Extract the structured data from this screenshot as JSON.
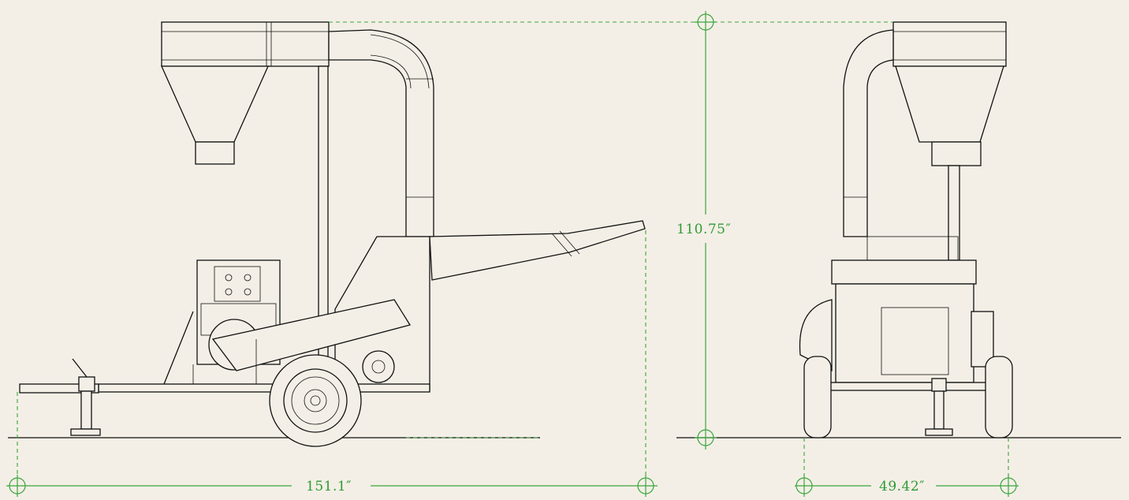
{
  "drawing": {
    "colors": {
      "background": "#f4efe6",
      "linework": "#111111",
      "dimension": "#3aa63e"
    }
  },
  "dimensions": {
    "height_label": "110.75″",
    "length_label": "151.1″",
    "width_label": "49.42″"
  }
}
